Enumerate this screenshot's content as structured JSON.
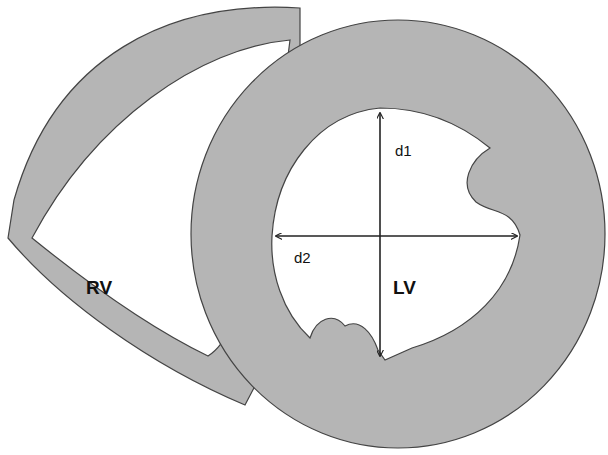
{
  "diagram": {
    "labels": [
      "d1",
      "RV",
      "d2",
      "LV"
    ]
  }
}
